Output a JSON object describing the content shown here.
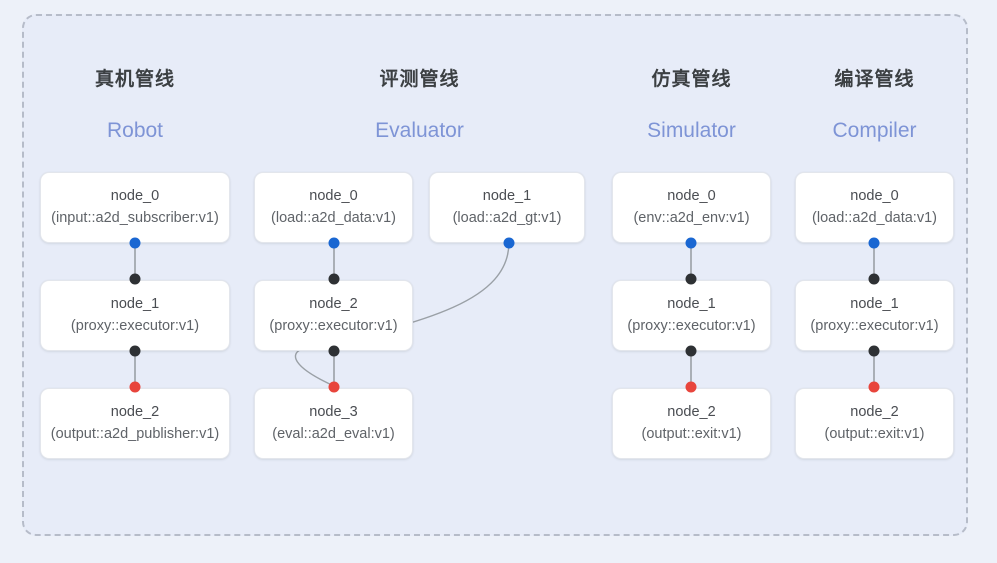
{
  "theme": {
    "page_background": "#edf1f9",
    "panel_background": "#e7ecf8",
    "panel_border": "#b6bcc9",
    "card_background": "#ffffff",
    "card_border": "#e3e6ec",
    "title_color": "#3c4043",
    "subtitle_color": "#7e94d6",
    "node_text_color": "#5f6368",
    "edge_color": "#9aa0a6",
    "port_blue": "#1a67d2",
    "port_black": "#2e3134",
    "port_red": "#e8453c"
  },
  "columns": [
    {
      "id": "robot",
      "title_cn": "真机管线",
      "title_en": "Robot",
      "nodes": [
        {
          "id": "robot-node-0",
          "name": "node_0",
          "spec": "(input::a2d_subscriber:v1)"
        },
        {
          "id": "robot-node-1",
          "name": "node_1",
          "spec": "(proxy::executor:v1)"
        },
        {
          "id": "robot-node-2",
          "name": "node_2",
          "spec": "(output::a2d_publisher:v1)"
        }
      ]
    },
    {
      "id": "evaluator",
      "title_cn": "评测管线",
      "title_en": "Evaluator",
      "nodes": [
        {
          "id": "eval-node-0",
          "name": "node_0",
          "spec": "(load::a2d_data:v1)"
        },
        {
          "id": "eval-node-1",
          "name": "node_1",
          "spec": "(load::a2d_gt:v1)"
        },
        {
          "id": "eval-node-2",
          "name": "node_2",
          "spec": "(proxy::executor:v1)"
        },
        {
          "id": "eval-node-3",
          "name": "node_3",
          "spec": "(eval::a2d_eval:v1)"
        }
      ]
    },
    {
      "id": "simulator",
      "title_cn": "仿真管线",
      "title_en": "Simulator",
      "nodes": [
        {
          "id": "sim-node-0",
          "name": "node_0",
          "spec": "(env::a2d_env:v1)"
        },
        {
          "id": "sim-node-1",
          "name": "node_1",
          "spec": "(proxy::executor:v1)"
        },
        {
          "id": "sim-node-2",
          "name": "node_2",
          "spec": "(output::exit:v1)"
        }
      ]
    },
    {
      "id": "compiler",
      "title_cn": "编译管线",
      "title_en": "Compiler",
      "nodes": [
        {
          "id": "comp-node-0",
          "name": "node_0",
          "spec": "(load::a2d_data:v1)"
        },
        {
          "id": "comp-node-1",
          "name": "node_1",
          "spec": "(proxy::executor:v1)"
        },
        {
          "id": "comp-node-2",
          "name": "node_2",
          "spec": "(output::exit:v1)"
        }
      ]
    }
  ]
}
